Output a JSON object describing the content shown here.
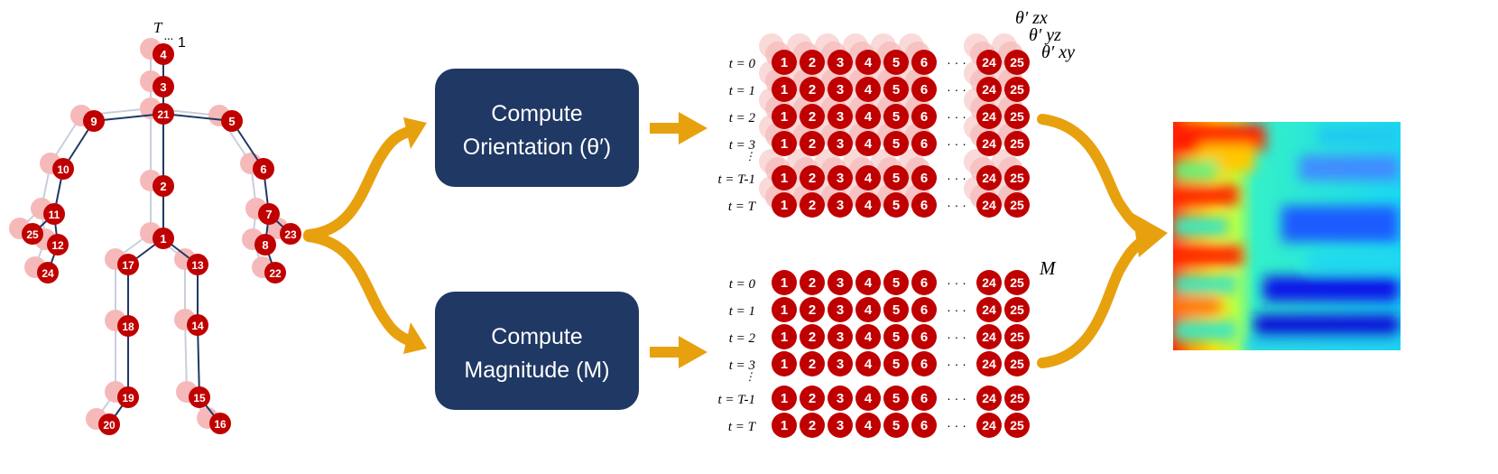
{
  "skeleton": {
    "frame_label_T": "T",
    "frame_label_dots": "...",
    "frame_label_1": "1",
    "joints": [
      "1",
      "2",
      "3",
      "4",
      "5",
      "6",
      "7",
      "8",
      "9",
      "10",
      "11",
      "12",
      "13",
      "14",
      "15",
      "16",
      "17",
      "18",
      "19",
      "20",
      "21",
      "22",
      "23",
      "24",
      "25"
    ]
  },
  "orientation_box": {
    "line1": "Compute",
    "line2": "Orientation (θ′)"
  },
  "magnitude_box": {
    "line1": "Compute",
    "line2": "Magnitude (M)"
  },
  "orientation_labels": [
    "θ′ zx",
    "θ′ yz",
    "θ′ xy"
  ],
  "magnitude_label": "M",
  "time_rows": [
    "t = 0",
    "t = 1",
    "t = 2",
    "t = 3",
    "⋮",
    "t = T-1",
    "t = T"
  ],
  "grid_joints": [
    "1",
    "2",
    "3",
    "4",
    "5",
    "6",
    "24",
    "25"
  ],
  "grid_ellipsis": "· · ·",
  "colors": {
    "joint": "#c00000",
    "joint_ghost": "#f6b9b9",
    "box": "#1f3864",
    "arrow": "#e8a10e",
    "bone": "#1f3864",
    "bone_ghost": "#c9cedb"
  }
}
